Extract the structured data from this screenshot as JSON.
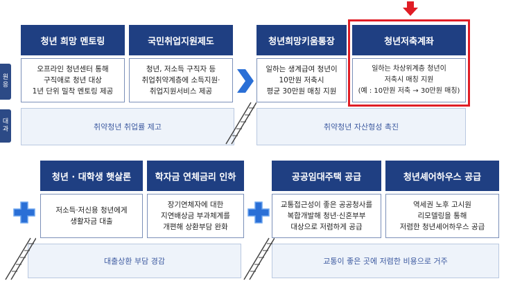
{
  "side_labels": {
    "top": "원\n응",
    "bottom": "대\n과"
  },
  "row1": {
    "left": {
      "headers": [
        "청년 희망 멘토링",
        "국민취업지원제도"
      ],
      "bodies": [
        "오프라인 청년센터 통해\n구직애로 청년 대상\n1년 단위 밀착 멘토링 제공",
        "청년, 저소득 구직자 등\n취업취약계층에 소득지원·\n취업지원서비스 제공"
      ],
      "result": "취약청년 취업률 제고"
    },
    "right": {
      "headers": [
        "청년희망키움통장",
        "청년저축계좌"
      ],
      "bodies": [
        "일하는 생계급여 청년이\n10만원 저축시\n평균 30만원 매칭 지원",
        "일하는 차상위계층 청년이\n저축시 매칭 지원\n(예 : 10만원 저축 → 30만원 매칭)"
      ],
      "result": "취약청년 자산형성 촉진"
    }
  },
  "row2": {
    "left": {
      "headers": [
        "청년 · 대학생 햇살론",
        "학자금 연체금리 인하"
      ],
      "bodies": [
        "저소득·저신용 청년에게\n생활자금 대출",
        "장기연체자에 대한\n지연배상금 부과체계를\n개편해 상환부담 완화"
      ],
      "result": "대출상환 부담 경감"
    },
    "right": {
      "headers": [
        "공공임대주택 공급",
        "청년셰어하우스 공급"
      ],
      "bodies": [
        "교통접근성이 좋은 공공청사를\n복합개발해 청년·신혼부부\n대상으로 저렴하게 공급",
        "역세권 노후 고시원\n리모델링을 통해\n저렴한 청년셰어하우스 공급"
      ],
      "result": "교통이 좋은 곳에 저렴한 비용으로 거주"
    }
  },
  "icons": {
    "arrow": "chevron-right-icon",
    "plus": "plus-icon",
    "marker": "down-arrow-icon",
    "stairs": "ladder-icon"
  },
  "colors": {
    "header": "#1f3f82",
    "highlight": "#e01d25",
    "accent": "#2a6fd6"
  }
}
